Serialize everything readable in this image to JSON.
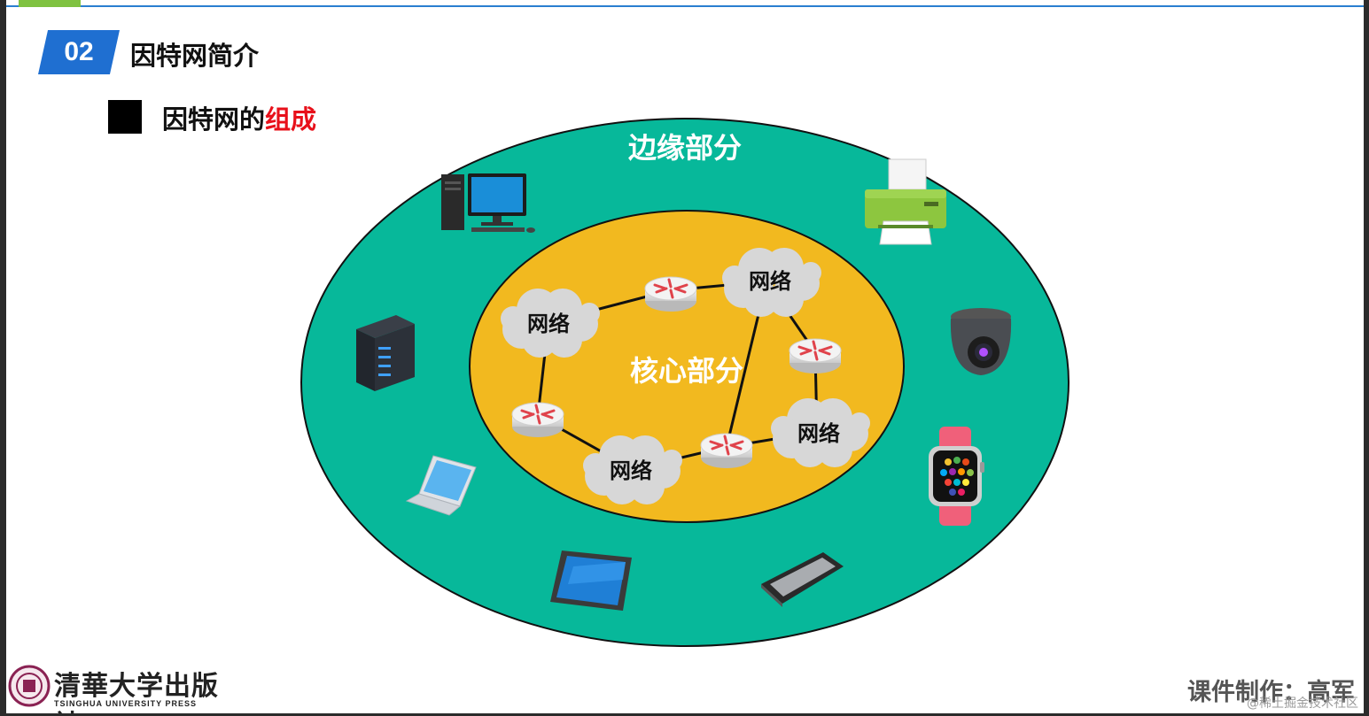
{
  "header": {
    "section_number": "02",
    "section_title": "因特网简介"
  },
  "subtitle": {
    "prefix": "因特网的",
    "highlight": "组成"
  },
  "diagram": {
    "edge_label": "边缘部分",
    "core_label": "核心部分",
    "network_label": "网络",
    "colors": {
      "edge_fill": "#07b89a",
      "core_fill": "#f2b91f",
      "outline": "#111111",
      "highlight_text": "#e8101a",
      "badge": "#1f6fd1"
    },
    "edge_devices": [
      "desktop-computer",
      "server",
      "laptop",
      "tablet",
      "smartphone",
      "smartwatch",
      "security-camera",
      "printer"
    ]
  },
  "footer": {
    "publisher_name": "清華大学出版社",
    "publisher_english": "TSINGHUA UNIVERSITY PRESS",
    "credit": "课件制作：高军",
    "watermark": "@稀土掘金技术社区"
  }
}
